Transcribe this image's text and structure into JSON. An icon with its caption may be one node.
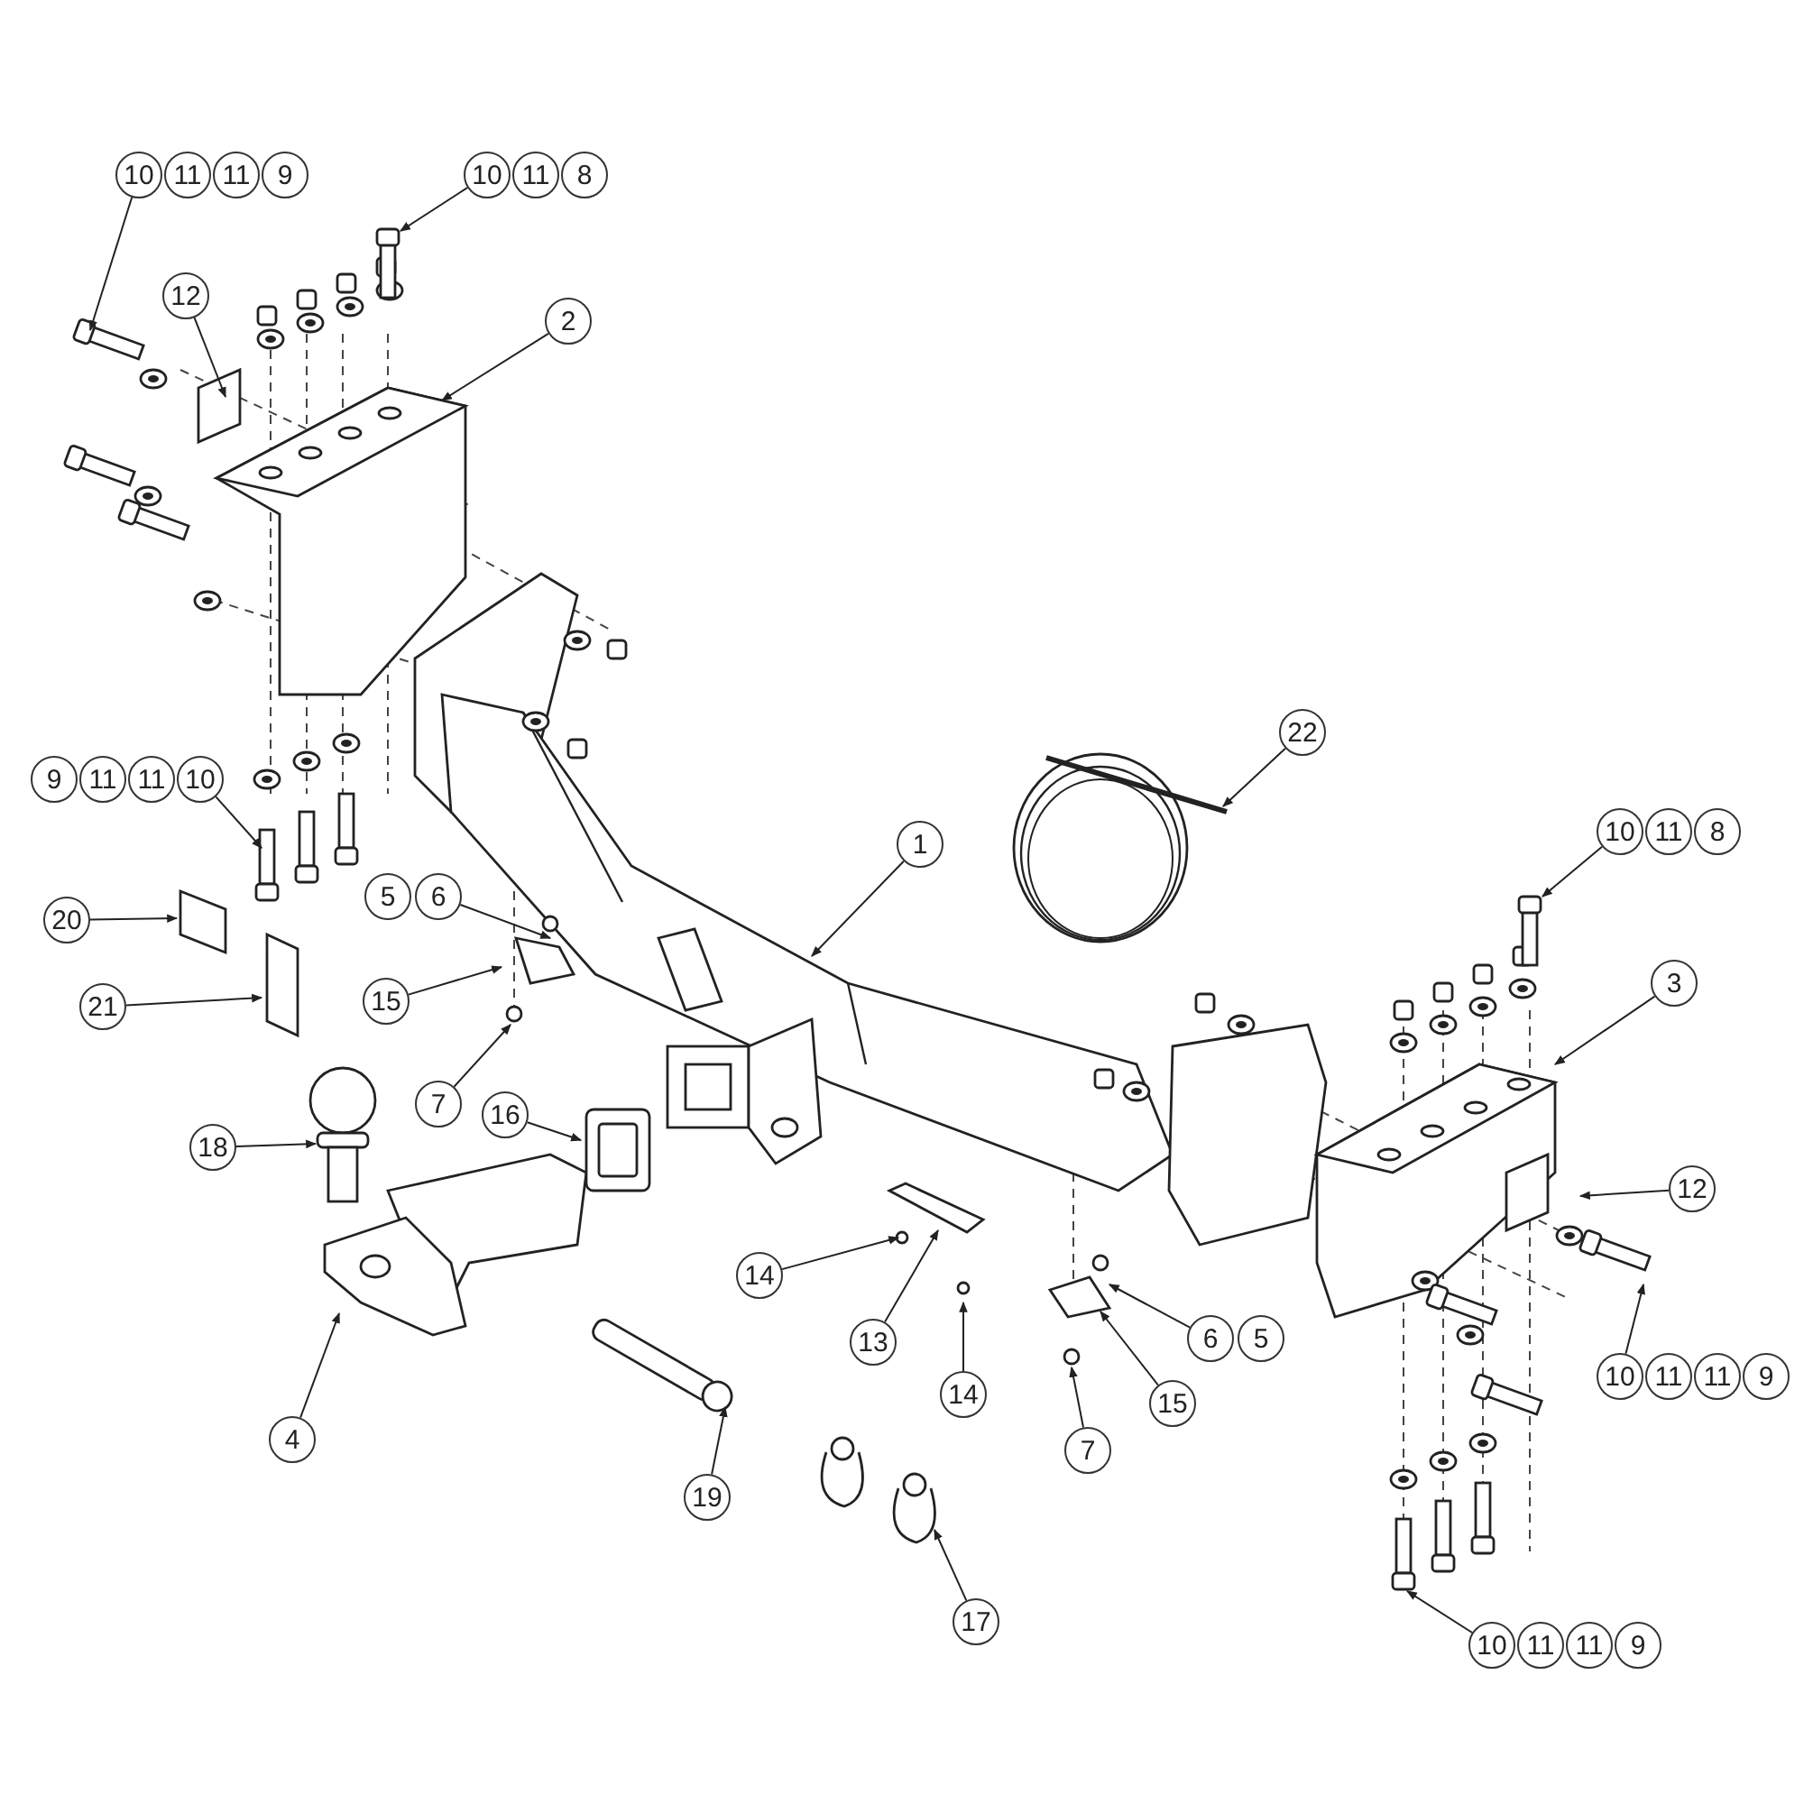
{
  "diagram": {
    "nodes": [
      {
        "text": [
          "10"
        ]
      },
      {
        "text": [
          "11"
        ]
      },
      {
        "text": [
          "11"
        ]
      },
      {
        "text": [
          "9"
        ]
      },
      {
        "text": [
          "10"
        ]
      },
      {
        "text": [
          "11"
        ]
      },
      {
        "text": [
          "8"
        ]
      },
      {
        "text": [
          "12"
        ]
      },
      {
        "text": [
          "2"
        ]
      },
      {
        "text": [
          "22"
        ]
      },
      {
        "text": [
          "9"
        ]
      },
      {
        "text": [
          "11"
        ]
      },
      {
        "text": [
          "11"
        ]
      },
      {
        "text": [
          "10"
        ]
      },
      {
        "text": [
          "10"
        ]
      },
      {
        "text": [
          "11"
        ]
      },
      {
        "text": [
          "8"
        ]
      },
      {
        "text": [
          "1"
        ]
      },
      {
        "text": [
          "5"
        ]
      },
      {
        "text": [
          "6"
        ]
      },
      {
        "text": [
          "20"
        ]
      },
      {
        "text": [
          "3"
        ]
      },
      {
        "text": [
          "15"
        ]
      },
      {
        "text": [
          "21"
        ]
      },
      {
        "text": [
          "7"
        ]
      },
      {
        "text": [
          "16"
        ]
      },
      {
        "text": [
          "18"
        ]
      },
      {
        "text": [
          "12"
        ]
      },
      {
        "text": [
          "14"
        ]
      },
      {
        "text": [
          "13"
        ]
      },
      {
        "text": [
          "6"
        ]
      },
      {
        "text": [
          "5"
        ]
      },
      {
        "text": [
          "10"
        ]
      },
      {
        "text": [
          "11"
        ]
      },
      {
        "text": [
          "11"
        ]
      },
      {
        "text": [
          "9"
        ]
      },
      {
        "text": [
          "14"
        ]
      },
      {
        "text": [
          "15"
        ]
      },
      {
        "text": [
          "4"
        ]
      },
      {
        "text": [
          "7"
        ]
      },
      {
        "text": [
          "19"
        ]
      },
      {
        "text": [
          "17"
        ]
      },
      {
        "text": [
          "10"
        ]
      },
      {
        "text": [
          "11"
        ]
      },
      {
        "text": [
          "11"
        ]
      },
      {
        "text": [
          "9"
        ]
      }
    ],
    "edges": [
      {
        "from": 0,
        "to": null,
        "arrow": "to"
      },
      {
        "from": 4,
        "to": null,
        "arrow": "to"
      },
      {
        "from": 7,
        "to": null,
        "arrow": "to"
      },
      {
        "from": 8,
        "to": null,
        "arrow": "to"
      },
      {
        "from": 9,
        "to": null,
        "arrow": "to"
      },
      {
        "from": 13,
        "to": null,
        "arrow": "to"
      },
      {
        "from": 14,
        "to": null,
        "arrow": "to"
      },
      {
        "from": 17,
        "to": null,
        "arrow": "to"
      },
      {
        "from": 19,
        "to": null,
        "arrow": "to"
      },
      {
        "from": 20,
        "to": null,
        "arrow": "to"
      },
      {
        "from": 21,
        "to": null,
        "arrow": "to"
      },
      {
        "from": 22,
        "to": null,
        "arrow": "to"
      },
      {
        "from": 23,
        "to": null,
        "arrow": "to"
      },
      {
        "from": 24,
        "to": null,
        "arrow": "to"
      },
      {
        "from": 25,
        "to": null,
        "arrow": "to"
      },
      {
        "from": 26,
        "to": null,
        "arrow": "to"
      },
      {
        "from": 27,
        "to": null,
        "arrow": "to"
      },
      {
        "from": 28,
        "to": null,
        "arrow": "to"
      },
      {
        "from": 29,
        "to": null,
        "arrow": "to"
      },
      {
        "from": 30,
        "to": null,
        "arrow": "to"
      },
      {
        "from": 32,
        "to": null,
        "arrow": "to"
      },
      {
        "from": 36,
        "to": null,
        "arrow": "to"
      },
      {
        "from": 37,
        "to": null,
        "arrow": "to"
      },
      {
        "from": 38,
        "to": null,
        "arrow": "to"
      },
      {
        "from": 39,
        "to": null,
        "arrow": "to"
      },
      {
        "from": 40,
        "to": null,
        "arrow": "to"
      },
      {
        "from": 41,
        "to": null,
        "arrow": "to"
      },
      {
        "from": 42,
        "to": null,
        "arrow": "to"
      }
    ]
  }
}
